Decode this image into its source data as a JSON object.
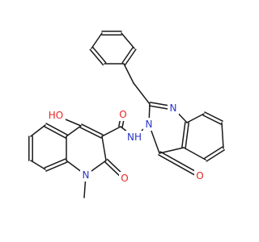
{
  "colors": {
    "bond": "#1a1a1a",
    "carbon": "#1a1a1a",
    "oxygen": "#e8251f",
    "nitrogen": "#2b35c9",
    "background": "#ffffff"
  },
  "atom_labels": {
    "hydroxyl_o": "HO",
    "amide_o": "O",
    "quinolone_o": "O",
    "quinazolinone_o": "O",
    "ring_n1": "N",
    "quinazoline_n1": "N",
    "quinazoline_n3": "N",
    "amide_nh": "NH"
  }
}
